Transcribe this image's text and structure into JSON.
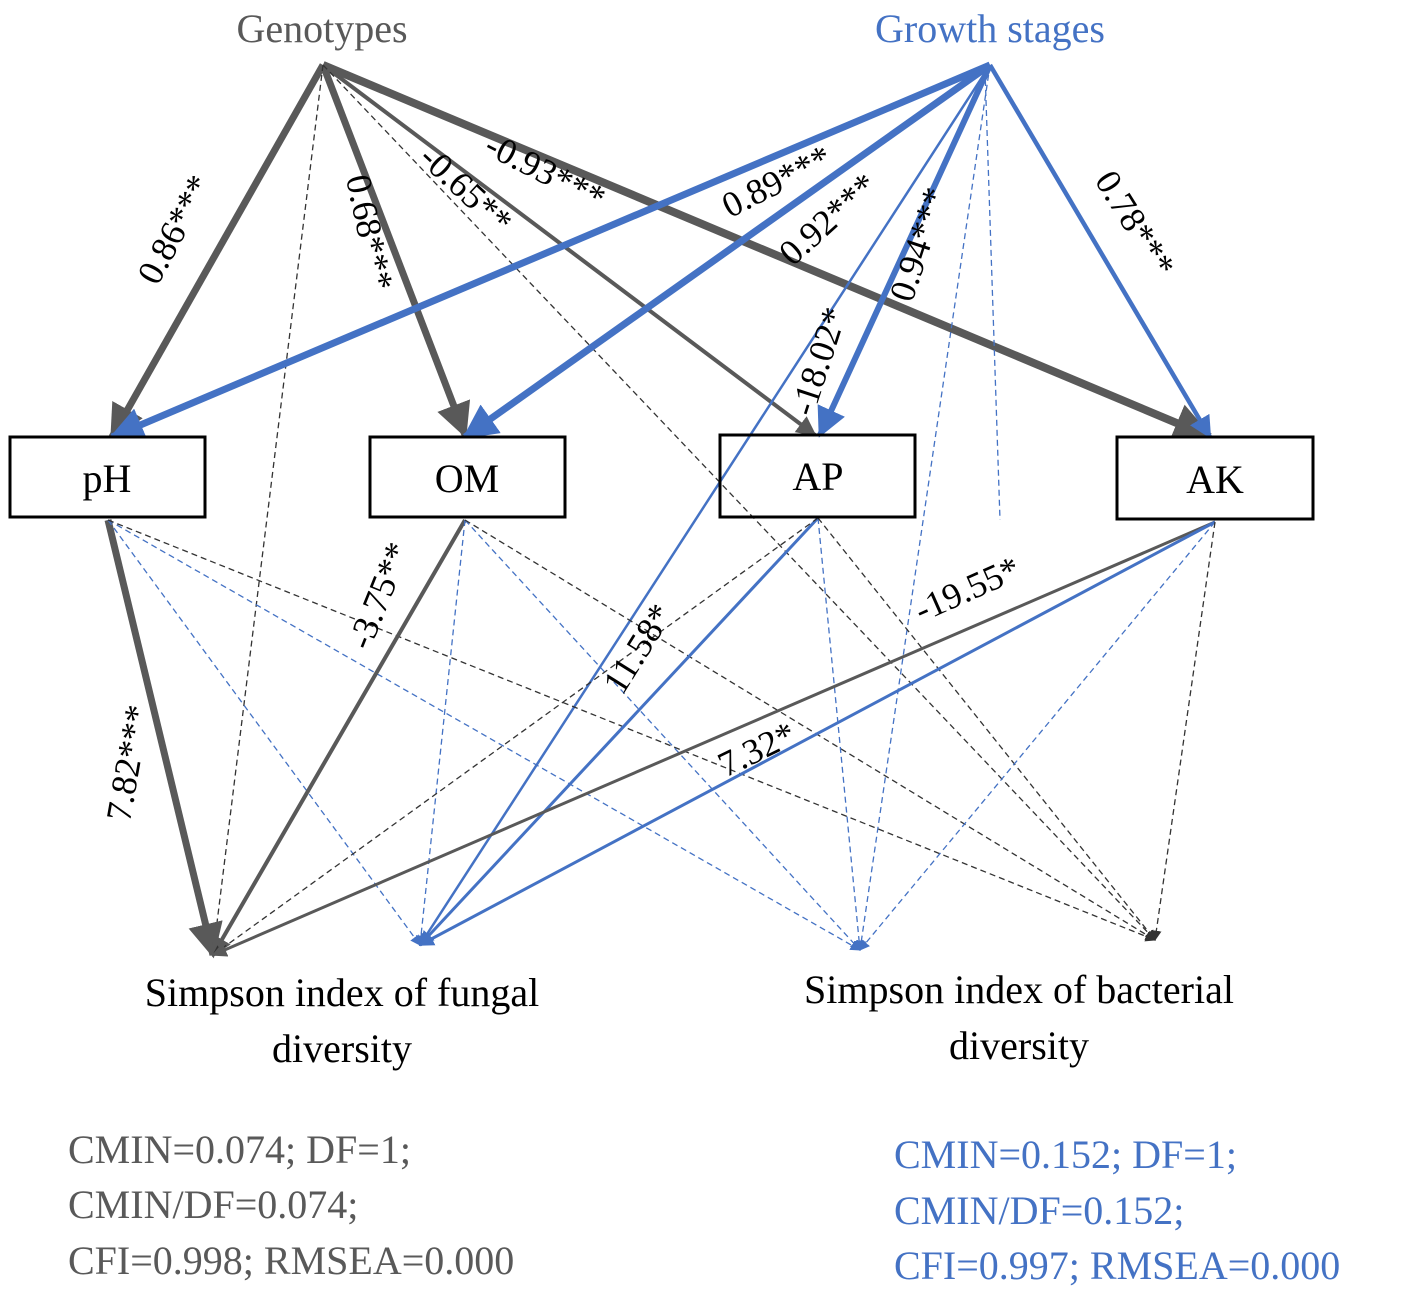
{
  "colors": {
    "genotype": "#595959",
    "growth": "#4472c4",
    "dashed_black": "#333333",
    "text": "#000000"
  },
  "sources": {
    "genotypes": "Genotypes",
    "growth_stages": "Growth stages"
  },
  "boxes": {
    "ph": "pH",
    "om": "OM",
    "ap": "AP",
    "ak": "AK"
  },
  "targets": {
    "fungal_line1": "Simpson index of  fungal",
    "fungal_line2": "diversity",
    "bacterial_line1": "Simpson index of  bacterial",
    "bacterial_line2": "diversity"
  },
  "path_labels": {
    "g_ph": "0.86***",
    "g_om": "0.68***",
    "g_ap": "-0.65**",
    "g_ak": "-0.93***",
    "s_ph": "0.89***",
    "s_om": "0.92***",
    "s_ap": "0.94***",
    "s_ak": "0.78***",
    "s_fungal": "-18.02*",
    "ph_fungal": "7.82***",
    "om_fungal": "-3.75**",
    "ap_fungal": "11.58*",
    "ak_fungal_gray": "-19.55*",
    "ak_fungal_blue": "7.32*"
  },
  "fit": {
    "fungal": [
      "CMIN=0.074; DF=1;",
      "CMIN/DF=0.074;",
      "CFI=0.998; RMSEA=0.000"
    ],
    "bacterial": [
      "CMIN=0.152; DF=1;",
      "CMIN/DF=0.152;",
      "CFI=0.997; RMSEA=0.000"
    ]
  }
}
